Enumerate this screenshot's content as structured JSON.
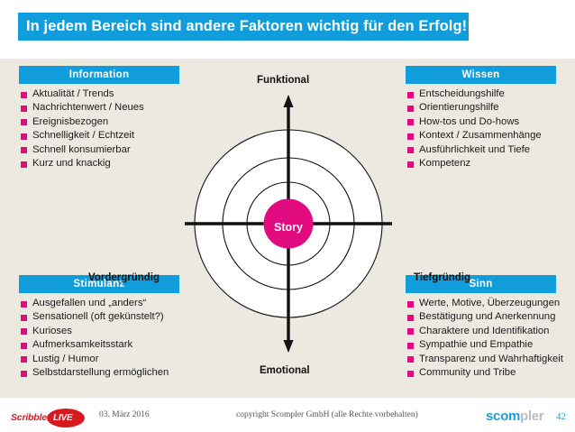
{
  "slide": {
    "title": "In jedem Bereich sind andere Faktoren wichtig für den Erfolg!",
    "accent_blue": "#119DDC",
    "accent_magenta": "#E20A7F",
    "canvas_bg": "#EBE9E0"
  },
  "panels": {
    "information": {
      "heading": "Information",
      "items": [
        "Aktualität / Trends",
        "Nachrichtenwert / Neues",
        "Ereignisbezogen",
        "Schnelligkeit / Echtzeit",
        "Schnell konsumierbar",
        "Kurz und knackig"
      ]
    },
    "wissen": {
      "heading": "Wissen",
      "items": [
        "Entscheidungshilfe",
        "Orientierungshilfe",
        "How-tos und Do-hows",
        "Kontext / Zusammenhänge",
        "Ausführlichkeit und Tiefe",
        "Kompetenz"
      ]
    },
    "stimulanz": {
      "heading": "Stimulanz",
      "items": [
        "Ausgefallen und „anders“",
        "Sensationell (oft gekünstelt?)",
        "Kurioses",
        "Aufmerksamkeitsstark",
        "Lustig / Humor",
        "Selbstdarstellung ermöglichen"
      ]
    },
    "sinn": {
      "heading": "Sinn",
      "items": [
        "Werte, Motive, Überzeugungen",
        "Bestätigung und Anerkennung",
        "Charaktere und Identifikation",
        "Sympathie und Empathie",
        "Transparenz und Wahrhaftigkeit",
        "Community und Tribe"
      ]
    }
  },
  "diagram": {
    "center_label": "Story",
    "axis_top": "Funktional",
    "axis_bottom": "Emotional",
    "axis_left": "Vordergründig",
    "axis_right": "Tiefgründig",
    "rings": 3,
    "center_color": "#E20A7F",
    "ring_color": "#FFFFFF",
    "ring_stroke": "#111111"
  },
  "footer": {
    "scribble_brand": "Scribble",
    "scribble_live": "LIVE",
    "date": "03. März 2016",
    "copyright": "copyright Scompler GmbH (alle Rechte vorbehalten)",
    "scompler_a": "scom",
    "scompler_b": "pler",
    "page_number": "42"
  }
}
